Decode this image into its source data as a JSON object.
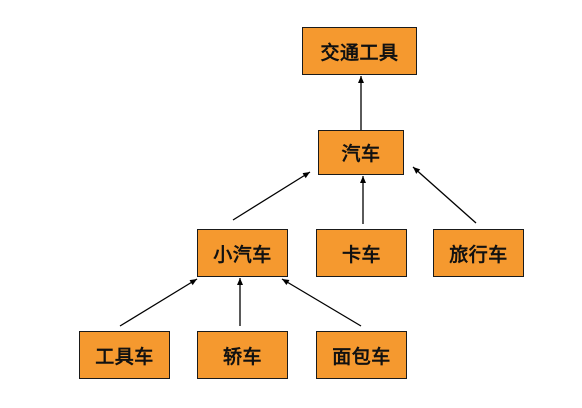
{
  "diagram": {
    "nodes": {
      "root": "交通工具",
      "car": "汽车",
      "small_car": "小汽车",
      "truck": "卡车",
      "travel_car": "旅行车",
      "utility_car": "工具车",
      "sedan": "轿车",
      "van": "面包车"
    },
    "edges": [
      {
        "from": "car",
        "to": "root"
      },
      {
        "from": "small_car",
        "to": "car"
      },
      {
        "from": "truck",
        "to": "car"
      },
      {
        "from": "travel_car",
        "to": "car"
      },
      {
        "from": "utility_car",
        "to": "small_car"
      },
      {
        "from": "sedan",
        "to": "small_car"
      },
      {
        "from": "van",
        "to": "small_car"
      }
    ],
    "colors": {
      "node_fill": "#f5992f",
      "node_border": "#1a1a1a",
      "arrow": "#000000"
    }
  }
}
